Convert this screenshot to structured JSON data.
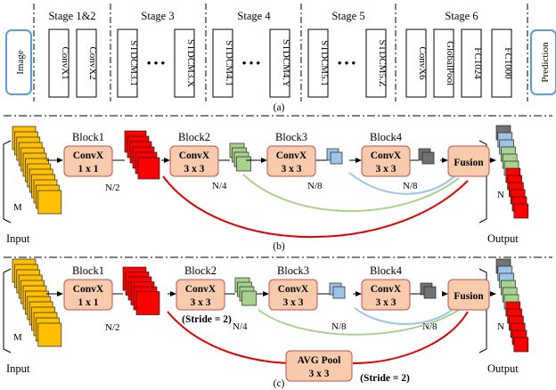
{
  "panel_a": {
    "input_label": "Image",
    "output_label": "Prediction",
    "caption": "(a)",
    "ellipsis": "• • •",
    "stages": [
      {
        "title": "Stage 1&2",
        "modules": [
          "ConvX1",
          "ConvX2"
        ]
      },
      {
        "title": "Stage 3",
        "modules": [
          "STDCM3.1",
          "STDCM3.X"
        ]
      },
      {
        "title": "Stage 4",
        "modules": [
          "STDCM4.1",
          "STDCM4.Y"
        ]
      },
      {
        "title": "Stage 5",
        "modules": [
          "STDCM5.1",
          "STDCM5.Z"
        ]
      },
      {
        "title": "Stage 6",
        "modules": [
          "ConvX6",
          "GlobalPool",
          "FC1024",
          "FC1000"
        ]
      }
    ]
  },
  "panel_b": {
    "caption": "(b)",
    "blocks": [
      "Block1",
      "Block2",
      "Block3",
      "Block4"
    ],
    "convs": [
      {
        "name": "ConvX",
        "kernel": "1 x 1"
      },
      {
        "name": "ConvX",
        "kernel": "3 x 3"
      },
      {
        "name": "ConvX",
        "kernel": "3 x 3"
      },
      {
        "name": "ConvX",
        "kernel": "3 x 3"
      }
    ],
    "fusion": "Fusion",
    "dims": [
      "M",
      "N/2",
      "N/4",
      "N/8",
      "N/8",
      "N"
    ],
    "input_label": "Input",
    "output_label": "Output"
  },
  "panel_c": {
    "caption": "(c)",
    "blocks": [
      "Block1",
      "Block2",
      "Block3",
      "Block4"
    ],
    "convs": [
      {
        "name": "ConvX",
        "kernel": "1 x 1"
      },
      {
        "name": "ConvX",
        "kernel": "3 x 3"
      },
      {
        "name": "ConvX",
        "kernel": "3 x 3"
      },
      {
        "name": "ConvX",
        "kernel": "3 x 3"
      }
    ],
    "stride_note": "(Stride = 2)",
    "avgpool": {
      "name": "AVG Pool",
      "kernel": "3 x 3",
      "stride": "(Stride = 2)"
    },
    "fusion": "Fusion",
    "dims": [
      "M",
      "N/2",
      "N/4",
      "N/8",
      "N/8",
      "N"
    ],
    "input_label": "Input",
    "output_label": "Output"
  },
  "colors": {
    "input_maps": "#FFC000",
    "stage_red": "#FF0000",
    "stage_green": "#A9D18E",
    "stage_blue": "#9DC3E6",
    "stage_gray": "#767171",
    "block_fill": "#F8CBAD",
    "block_stroke": "#C0504D",
    "skip_red": "#E00000",
    "skip_green": "#A9D18E",
    "skip_blue": "#9DC3E6",
    "frame_blue": "#5B9BD5"
  }
}
